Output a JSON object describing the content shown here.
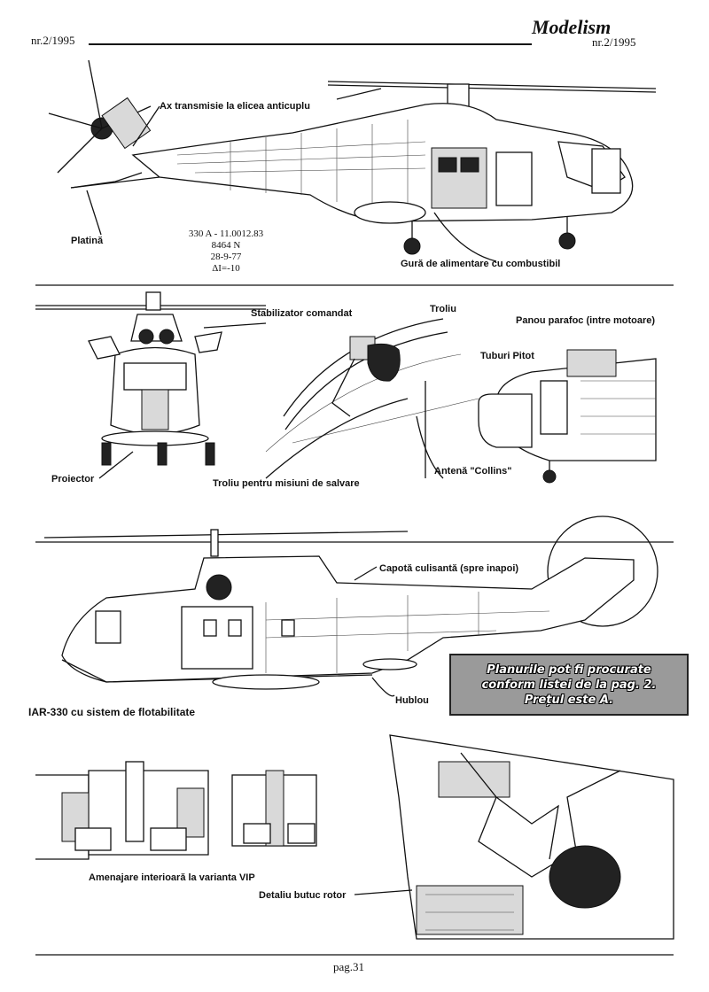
{
  "header": {
    "issue_left": "nr.2/1995",
    "brand": "Modelism",
    "issue_right": "nr.2/1995"
  },
  "side_view": {
    "label_tail_shaft": "Ax transmisie la elicea anticuplu",
    "label_platina": "Platină",
    "label_fuel": "Gură de alimentare cu combustibil",
    "registration_lines": [
      "330 A - 11.0012.83",
      "8464 N",
      "28-9-77",
      "ΔI=-10"
    ]
  },
  "front_view": {
    "label_stabilizer": "Stabilizator comandat",
    "label_projector": "Proiector",
    "label_rescue_winch": "Troliu pentru misiuni de salvare"
  },
  "winch_detail": {
    "label_winch": "Troliu"
  },
  "nose_detail": {
    "label_firewall": "Panou parafoc (intre motoare)",
    "label_pitot": "Tuburi Pitot",
    "label_collins": "Antenă \"Collins\""
  },
  "float_view": {
    "label_canopy": "Capotă culisantă (spre inapoi)",
    "label_porthole": "Hublou",
    "caption": "IAR-330 cu sistem de flotabilitate"
  },
  "promo_box": {
    "lines": [
      "Planurile pot fi procurate",
      "conform listei de la pag. 2.",
      "Prețul este A."
    ]
  },
  "interior": {
    "caption": "Amenajare interioară la varianta VIP"
  },
  "rotor_detail": {
    "caption": "Detaliu butuc rotor"
  },
  "footer": {
    "page": "pag.31"
  }
}
